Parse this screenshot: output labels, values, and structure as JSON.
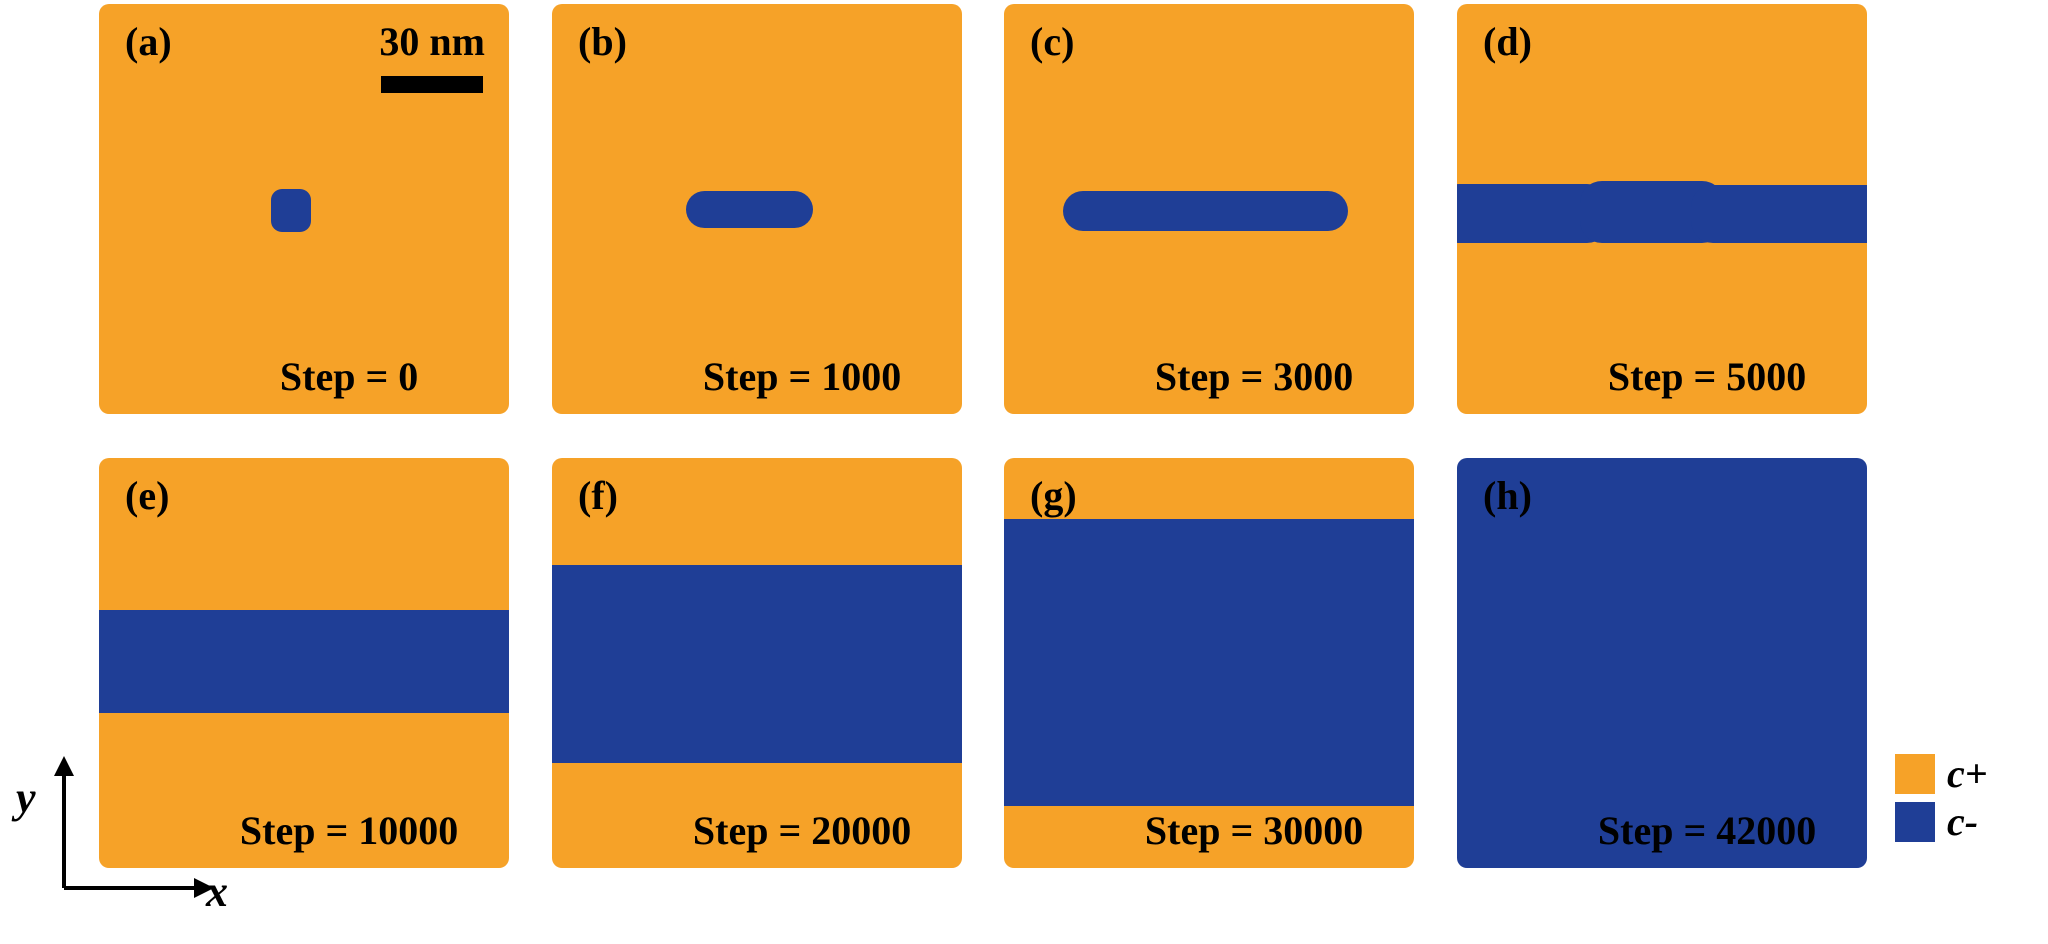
{
  "colors": {
    "c_plus": "#F6A228",
    "c_minus": "#1F3E96"
  },
  "scale_bar": {
    "label": "30 nm"
  },
  "axes": {
    "x_label": "x",
    "y_label": "y"
  },
  "legend": {
    "items": [
      {
        "label": "c+",
        "color": "#F6A228"
      },
      {
        "label": "c-",
        "color": "#1F3E96"
      }
    ]
  },
  "panels": [
    {
      "label": "(a)",
      "step_label": "Step = 0",
      "step": 0
    },
    {
      "label": "(b)",
      "step_label": "Step = 1000",
      "step": 1000
    },
    {
      "label": "(c)",
      "step_label": "Step = 3000",
      "step": 3000
    },
    {
      "label": "(d)",
      "step_label": "Step = 5000",
      "step": 5000
    },
    {
      "label": "(e)",
      "step_label": "Step = 10000",
      "step": 10000
    },
    {
      "label": "(f)",
      "step_label": "Step = 20000",
      "step": 20000
    },
    {
      "label": "(g)",
      "step_label": "Step = 30000",
      "step": 30000
    },
    {
      "label": "(h)",
      "step_label": "Step = 42000",
      "step": 42000
    }
  ]
}
